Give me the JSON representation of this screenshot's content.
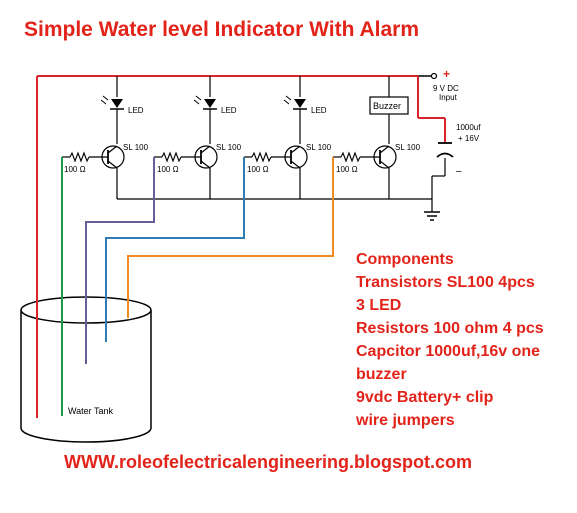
{
  "title": "Simple Water level Indicator With Alarm",
  "supply": {
    "plus": "+",
    "label_line1": "9 V DC",
    "label_line2": "Input"
  },
  "capacitor": {
    "value": "1000uf",
    "voltage": "+ 16V",
    "minus": "–"
  },
  "stages": [
    {
      "indicator": "LED",
      "transistor": "SL 100",
      "resistor": "100 Ω"
    },
    {
      "indicator": "LED",
      "transistor": "SL 100",
      "resistor": "100 Ω"
    },
    {
      "indicator": "LED",
      "transistor": "SL 100",
      "resistor": "100 Ω"
    },
    {
      "indicator": "Buzzer",
      "transistor": "SL 100",
      "resistor": "100 Ω"
    }
  ],
  "tank_label": "Water Tank",
  "components": {
    "heading": "Components",
    "items": [
      "Transistors SL100 4pcs",
      "3 LED",
      "Resistors 100 ohm 4 pcs",
      "Capcitor 1000uf,16v one",
      "buzzer",
      "9vdc Battery+ clip",
      "wire jumpers"
    ]
  },
  "website": "WWW.roleofelectricalengineering.blogspot.com",
  "colors": {
    "title": "#e2231a",
    "text_red": "#e2231a",
    "wire": "#000000",
    "probe_red": "#d8232a",
    "probe_green": "#1a9b4a",
    "probe_purple": "#6b5a9e",
    "probe_blue": "#2e7db5",
    "probe_orange": "#f08a24",
    "supply_red": "#d8232a"
  }
}
